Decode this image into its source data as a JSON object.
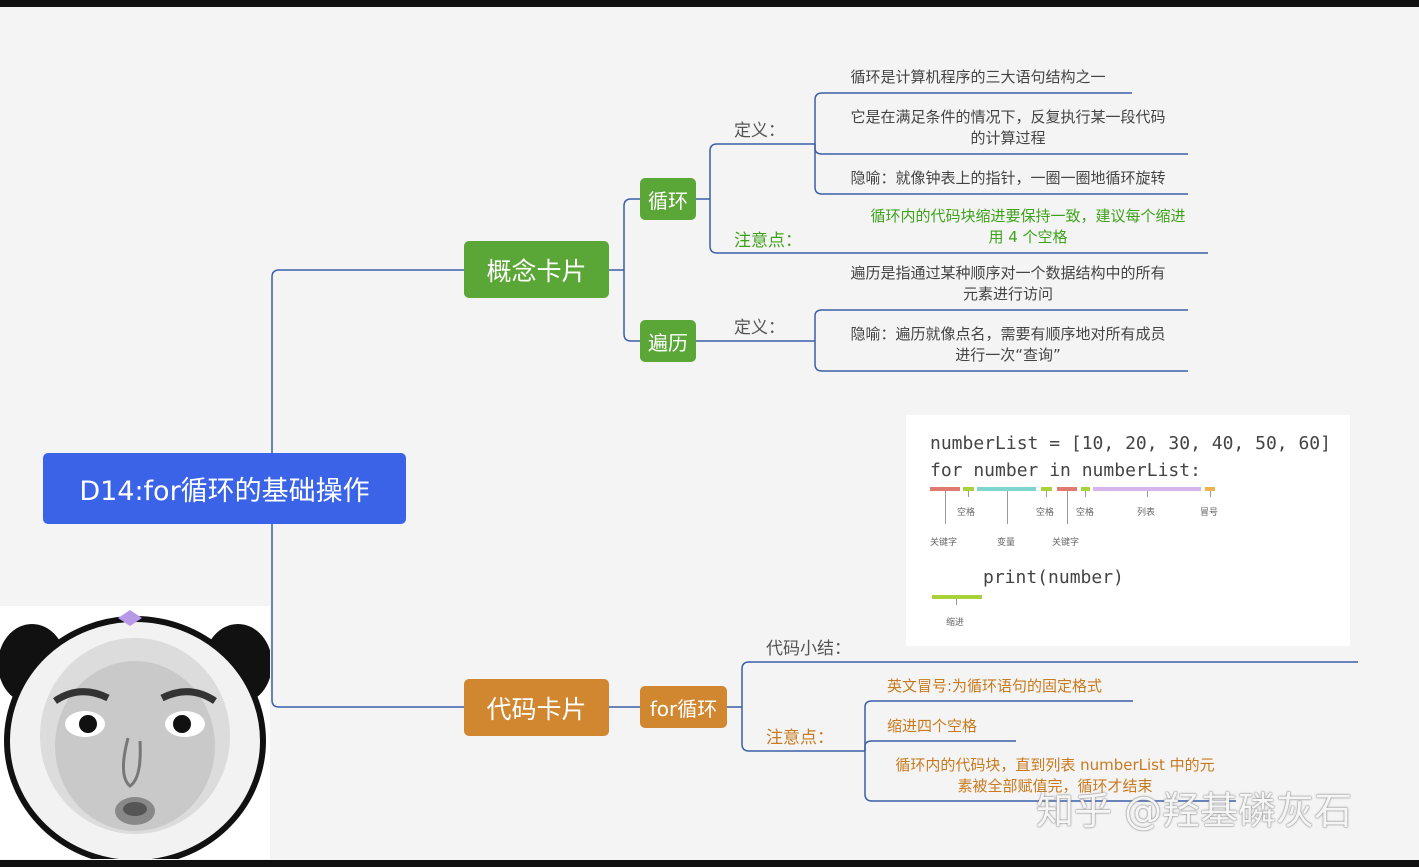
{
  "root": "D14:for循环的基础操作",
  "concept": {
    "title": "概念卡片",
    "loop": {
      "title": "循环",
      "definition_label": "定义：",
      "definitions": [
        "循环是计算机程序的三大语句结构之一",
        "它是在满足条件的情况下，反复执行某一段代码\n的计算过程",
        "隐喻：就像钟表上的指针，一圈一圈地循环旋转"
      ],
      "note_label": "注意点：",
      "note": "循环内的代码块缩进要保持一致，建议每个缩进\n用 4 个空格"
    },
    "traverse": {
      "title": "遍历",
      "definition_label": "定义：",
      "definitions": [
        "遍历是指通过某种顺序对一个数据结构中的所有\n元素进行访问",
        "隐喻：遍历就像点名，需要有顺序地对所有成员\n进行一次“查询”"
      ]
    }
  },
  "code": {
    "title": "代码卡片",
    "for_loop": {
      "title": "for循环",
      "summary_label": "代码小结：",
      "note_label": "注意点：",
      "notes": [
        "英文冒号:为循环语句的固定格式",
        "缩进四个空格",
        "循环内的代码块，直到列表 numberList 中的元\n素被全部赋值完，循环才结束"
      ]
    },
    "snippet": {
      "line1": "numberList = [10, 20, 30, 40, 50, 60]",
      "line2": "for number in numberList:",
      "line3": "print(number)",
      "annotations": {
        "space1": "空格",
        "space2": "空格",
        "space3": "空格",
        "list": "列表",
        "colon": "冒号",
        "keyword1": "关键字",
        "variable": "变量",
        "keyword2": "关键字",
        "indent": "缩进"
      }
    }
  },
  "watermark": "知乎 @羟基磷灰石",
  "colors": {
    "root": "#3a63e8",
    "concept": "#5aa636",
    "code": "#d18630",
    "line": "#3b5fa8",
    "keyword": "#e07a70",
    "space": "#a9d13a",
    "variable": "#7fd6cf",
    "list": "#d8b4ec",
    "colon": "#f0b24a"
  }
}
